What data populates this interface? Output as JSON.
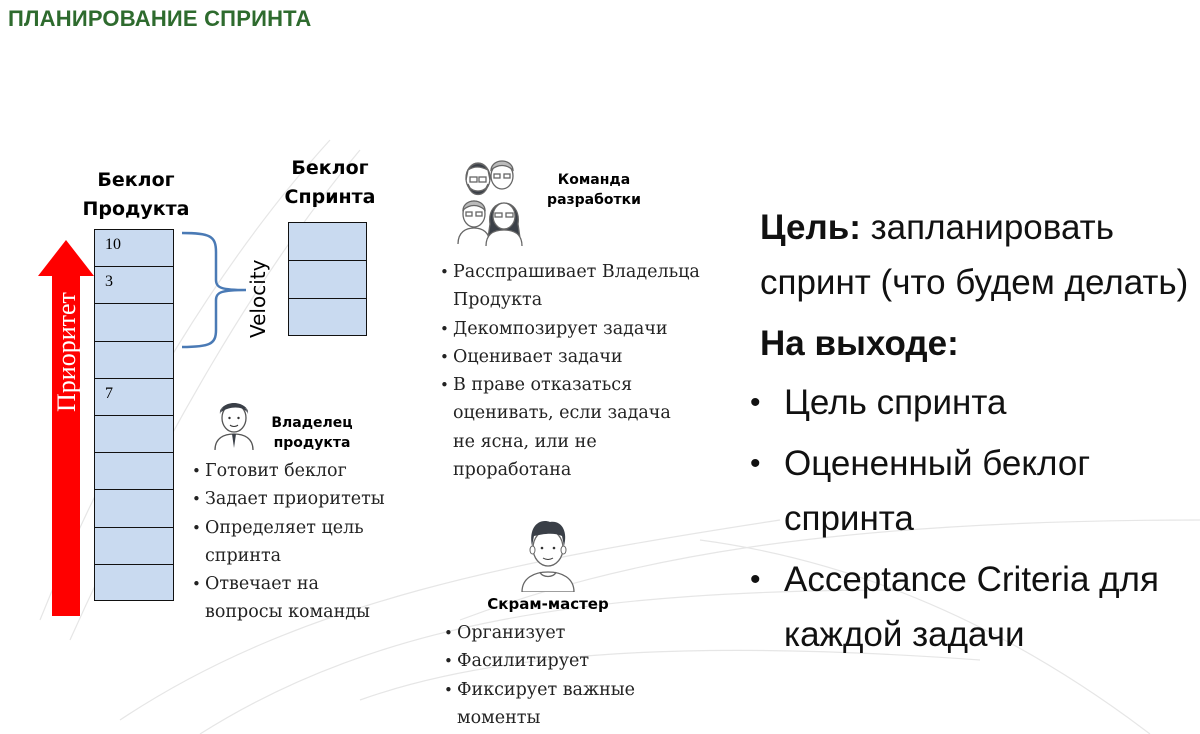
{
  "slide": {
    "title": "ПЛАНИРОВАНИЕ СПРИНТА",
    "title_color": "#2e6b2e"
  },
  "product_backlog": {
    "header_line1": "Беклог",
    "header_line2": "Продукта",
    "cells": [
      "10",
      "3",
      "",
      "",
      "7",
      "",
      "",
      "",
      "",
      ""
    ],
    "cell_color": "#c9daf0"
  },
  "sprint_backlog": {
    "header_line1": "Беклог",
    "header_line2": "Спринта",
    "cells": [
      "",
      "",
      ""
    ]
  },
  "priority_arrow": {
    "label": "Приоритет",
    "color": "#ff0000"
  },
  "velocity": {
    "label": "Velocity",
    "brace_color": "#4a7ab5"
  },
  "product_owner": {
    "icon": "product-owner-avatar-icon",
    "title_line1": "Владелец",
    "title_line2": "продукта",
    "items": [
      "Готовит беклог",
      "Задает приоритеты",
      "Определяет цель спринта",
      "Отвечает на вопросы команды"
    ]
  },
  "dev_team": {
    "icon": "dev-team-avatars-icon",
    "title_line1": "Команда",
    "title_line2": "разработки",
    "items": [
      "Расспрашивает Владельца Продукта",
      "Декомпозирует задачи",
      "Оценивает задачи",
      "В праве отказаться оценивать, если задача не ясна, или не проработана"
    ]
  },
  "scrum_master": {
    "icon": "scrum-master-avatar-icon",
    "title": "Скрам-мастер",
    "items": [
      "Организует",
      "Фасилитирует",
      "Фиксирует важные моменты"
    ]
  },
  "summary": {
    "goal_label": "Цель:",
    "goal_text": " запланировать спринт (что будем делать)",
    "output_label": "На выходе:",
    "outputs": [
      "Цель спринта",
      "Оцененный беклог спринта",
      "Acceptance Criteria для каждой задачи"
    ]
  }
}
